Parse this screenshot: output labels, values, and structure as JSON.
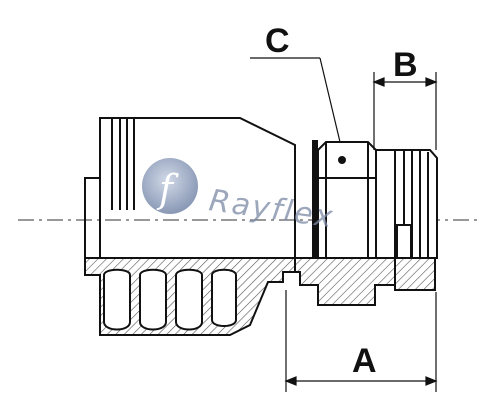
{
  "dimensions": {
    "a_label": "A",
    "b_label": "B",
    "c_label": "C"
  },
  "watermark": {
    "logo_letter": "f",
    "brand_text": "Rayflex"
  },
  "colors": {
    "line": "#111111",
    "hatch": "#555555",
    "watermark": "#7d8aa6"
  }
}
